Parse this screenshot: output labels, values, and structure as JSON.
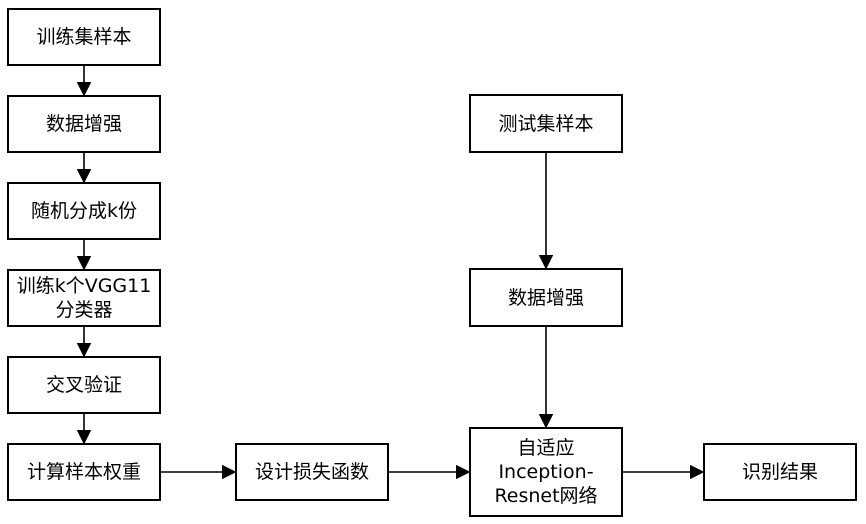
{
  "diagram": {
    "nodes": [
      {
        "id": "train_samples",
        "label": "训练集样本"
      },
      {
        "id": "augment_train",
        "label": "数据增强"
      },
      {
        "id": "split_k",
        "label": "随机分成k份"
      },
      {
        "id": "train_vgg",
        "label": "训练k个VGG11分类器",
        "lines": [
          "训练k个VGG11",
          "分类器"
        ]
      },
      {
        "id": "cross_val",
        "label": "交叉验证"
      },
      {
        "id": "sample_weights",
        "label": "计算样本权重"
      },
      {
        "id": "loss_design",
        "label": "设计损失函数"
      },
      {
        "id": "test_samples",
        "label": "测试集样本"
      },
      {
        "id": "augment_test",
        "label": "数据增强"
      },
      {
        "id": "network",
        "label": "自适应Inception-Resnet网络",
        "lines": [
          "自适应",
          "Inception-",
          "Resnet网络"
        ]
      },
      {
        "id": "result",
        "label": "识别结果"
      }
    ],
    "edges": [
      {
        "from": "train_samples",
        "to": "augment_train"
      },
      {
        "from": "augment_train",
        "to": "split_k"
      },
      {
        "from": "split_k",
        "to": "train_vgg"
      },
      {
        "from": "train_vgg",
        "to": "cross_val"
      },
      {
        "from": "cross_val",
        "to": "sample_weights"
      },
      {
        "from": "sample_weights",
        "to": "loss_design"
      },
      {
        "from": "loss_design",
        "to": "network"
      },
      {
        "from": "test_samples",
        "to": "augment_test"
      },
      {
        "from": "augment_test",
        "to": "network"
      },
      {
        "from": "network",
        "to": "result"
      }
    ]
  }
}
